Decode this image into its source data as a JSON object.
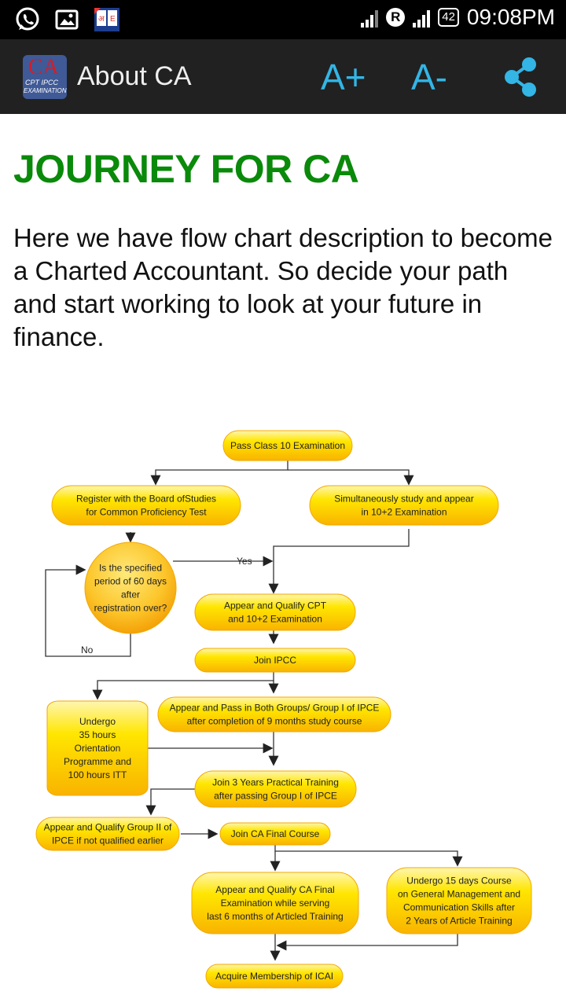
{
  "status_bar": {
    "left_icons": [
      "whatsapp-icon",
      "gallery-icon",
      "dictionary-app-icon"
    ],
    "carrier_badge": "R",
    "battery": "42",
    "time": "09:08PM"
  },
  "app_bar": {
    "logo": {
      "main": "CA",
      "sub1": "CPT IPCC",
      "sub2": "EXAMINATION"
    },
    "title": "About CA",
    "actions": [
      {
        "label": "A+",
        "name": "increase-font-button"
      },
      {
        "label": "A-",
        "name": "decrease-font-button"
      },
      {
        "icon": "share-icon"
      }
    ],
    "accent_color": "#33b5e5"
  },
  "content": {
    "heading": "JOURNEY FOR CA",
    "heading_color": "#0a8a0a",
    "description": "Here we have flow chart description to become a Charted Accountant. So decide your path and start working to look at your future in finance."
  },
  "flowchart": {
    "nodes": {
      "class10": [
        "Pass Class 10 Examination"
      ],
      "register": [
        "Register with the Board ofStudies",
        "for Common Proficiency Test"
      ],
      "simul": [
        "Simultaneously study and appear",
        "in 10+2 Examination"
      ],
      "decision": [
        "Is the specified",
        "period of 60 days",
        "after",
        "registration over?"
      ],
      "cpt": [
        "Appear and Qualify CPT",
        "and 10+2 Examination"
      ],
      "ipcc": [
        "Join IPCC"
      ],
      "group1": [
        "Appear and Pass in Both Groups/ Group I of IPCE",
        "after completion of 9 months study course"
      ],
      "orient": [
        "Undergo",
        "35 hours",
        "Orientation",
        "Programme and",
        "100 hours ITT"
      ],
      "training": [
        "Join 3 Years Practical Training",
        "after passing Group I of IPCE"
      ],
      "group2": [
        "Appear and Qualify Group II of",
        "IPCE if not qualified earlier"
      ],
      "final_course": [
        "Join CA Final Course"
      ],
      "final_exam": [
        "Appear and Qualify CA Final",
        "Examination while serving",
        "last 6 months of Articled Training"
      ],
      "gmcs": [
        "Undergo 15 days Course",
        "on General Management and",
        "Communication Skills after",
        "2 Years of Article Training"
      ],
      "icai": [
        "Acquire Membership of ICAI"
      ]
    },
    "labels": {
      "yes": "Yes",
      "no": "No"
    }
  }
}
